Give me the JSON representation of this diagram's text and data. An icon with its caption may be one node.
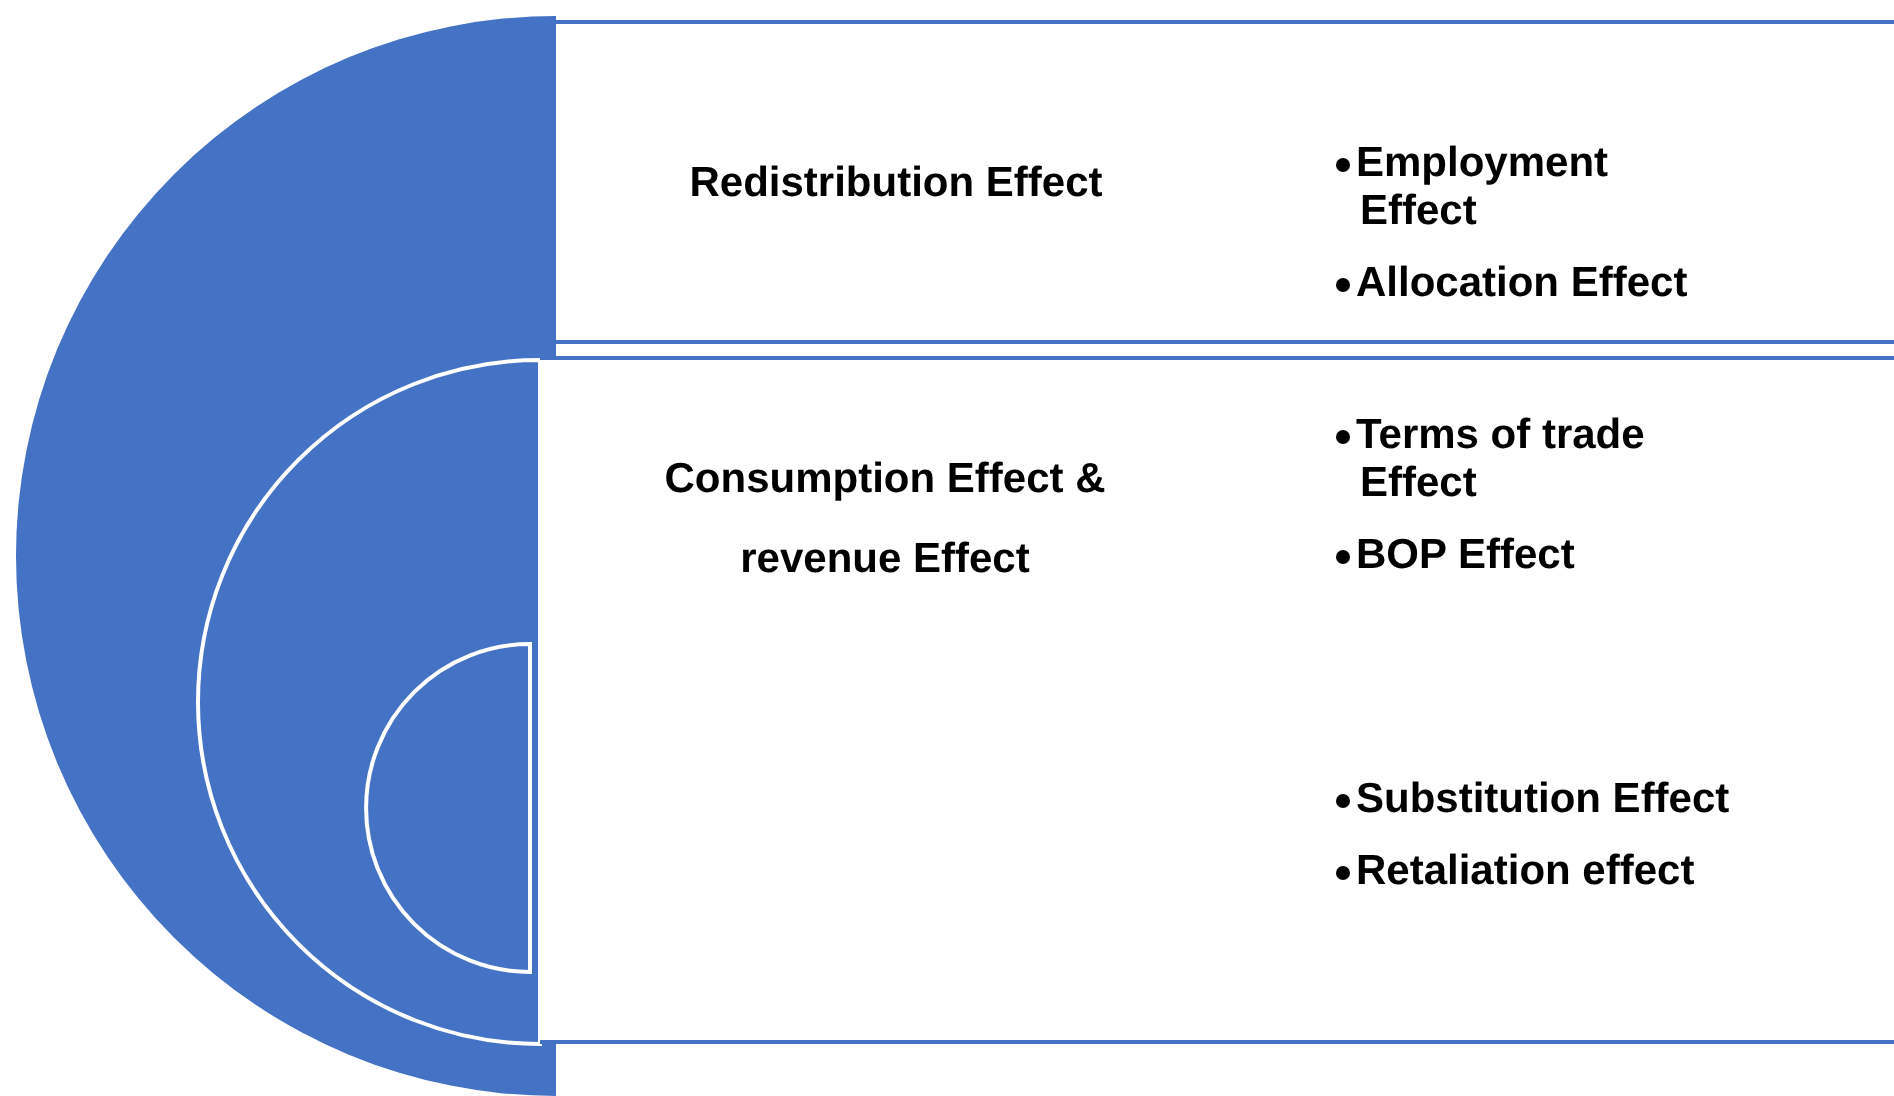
{
  "diagram": {
    "nodes": [
      {
        "text": [
          "Redistribution Effect",
          "Employment Effect",
          "Allocation Effect"
        ]
      },
      {
        "text": [
          "Consumption Effect & revenue Effect",
          "Terms of trade Effect",
          "BOP Effect"
        ]
      },
      {
        "text": [
          "Substitution Effect",
          "Retaliation effect"
        ],
        "in": 1
      }
    ],
    "edges": []
  }
}
